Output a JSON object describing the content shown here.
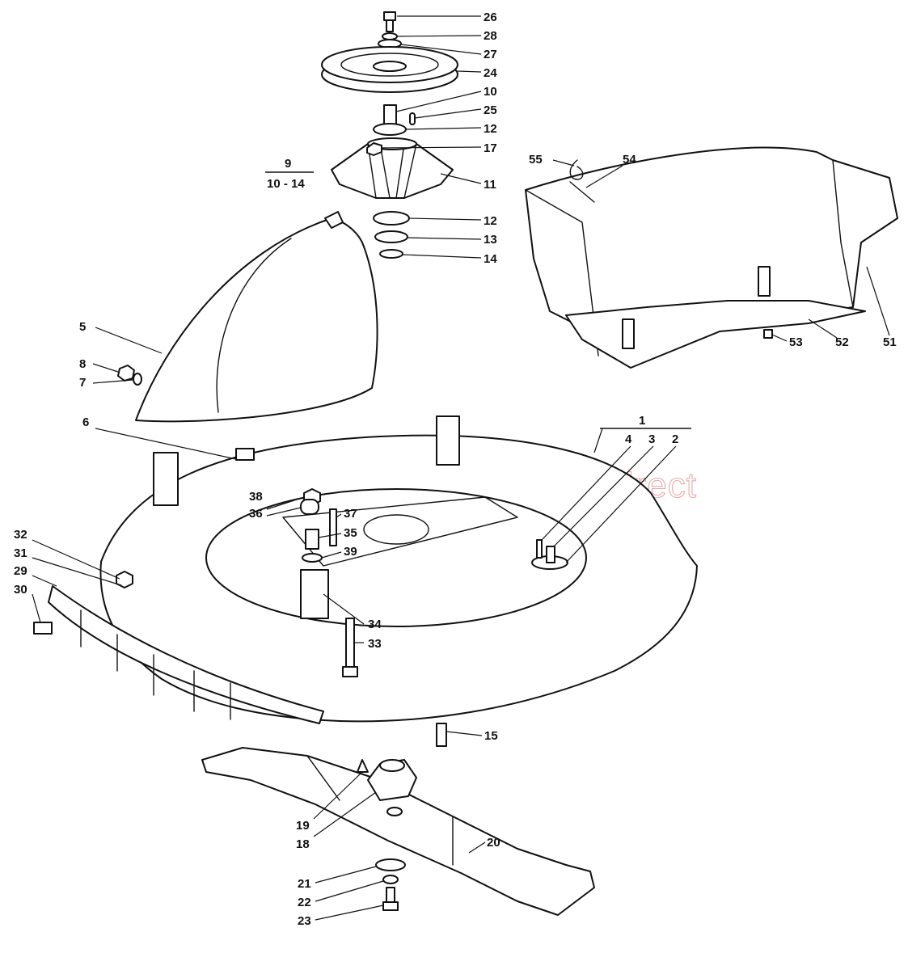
{
  "watermark": "www.mountfieldspares.direct",
  "callouts": [
    {
      "id": "26",
      "label": "26"
    },
    {
      "id": "28",
      "label": "28"
    },
    {
      "id": "27",
      "label": "27"
    },
    {
      "id": "24",
      "label": "24"
    },
    {
      "id": "10",
      "label": "10"
    },
    {
      "id": "25",
      "label": "25"
    },
    {
      "id": "12a",
      "label": "12"
    },
    {
      "id": "17",
      "label": "17"
    },
    {
      "id": "11",
      "label": "11"
    },
    {
      "id": "12b",
      "label": "12"
    },
    {
      "id": "13",
      "label": "13"
    },
    {
      "id": "14",
      "label": "14"
    },
    {
      "id": "55",
      "label": "55"
    },
    {
      "id": "54",
      "label": "54"
    },
    {
      "id": "51",
      "label": "51"
    },
    {
      "id": "52",
      "label": "52"
    },
    {
      "id": "53",
      "label": "53"
    },
    {
      "id": "5",
      "label": "5"
    },
    {
      "id": "8",
      "label": "8"
    },
    {
      "id": "7",
      "label": "7"
    },
    {
      "id": "6",
      "label": "6"
    },
    {
      "id": "4",
      "label": "4"
    },
    {
      "id": "3",
      "label": "3"
    },
    {
      "id": "2",
      "label": "2"
    },
    {
      "id": "38",
      "label": "38"
    },
    {
      "id": "36",
      "label": "36"
    },
    {
      "id": "37",
      "label": "37"
    },
    {
      "id": "35",
      "label": "35"
    },
    {
      "id": "39",
      "label": "39"
    },
    {
      "id": "32",
      "label": "32"
    },
    {
      "id": "31",
      "label": "31"
    },
    {
      "id": "29",
      "label": "29"
    },
    {
      "id": "30",
      "label": "30"
    },
    {
      "id": "34",
      "label": "34"
    },
    {
      "id": "33",
      "label": "33"
    },
    {
      "id": "15",
      "label": "15"
    },
    {
      "id": "19",
      "label": "19"
    },
    {
      "id": "18",
      "label": "18"
    },
    {
      "id": "20",
      "label": "20"
    },
    {
      "id": "21",
      "label": "21"
    },
    {
      "id": "22",
      "label": "22"
    },
    {
      "id": "23",
      "label": "23"
    }
  ],
  "groups": {
    "spindle": {
      "top": "9",
      "bottom": "10 - 14"
    },
    "deck": {
      "top": "1"
    }
  }
}
